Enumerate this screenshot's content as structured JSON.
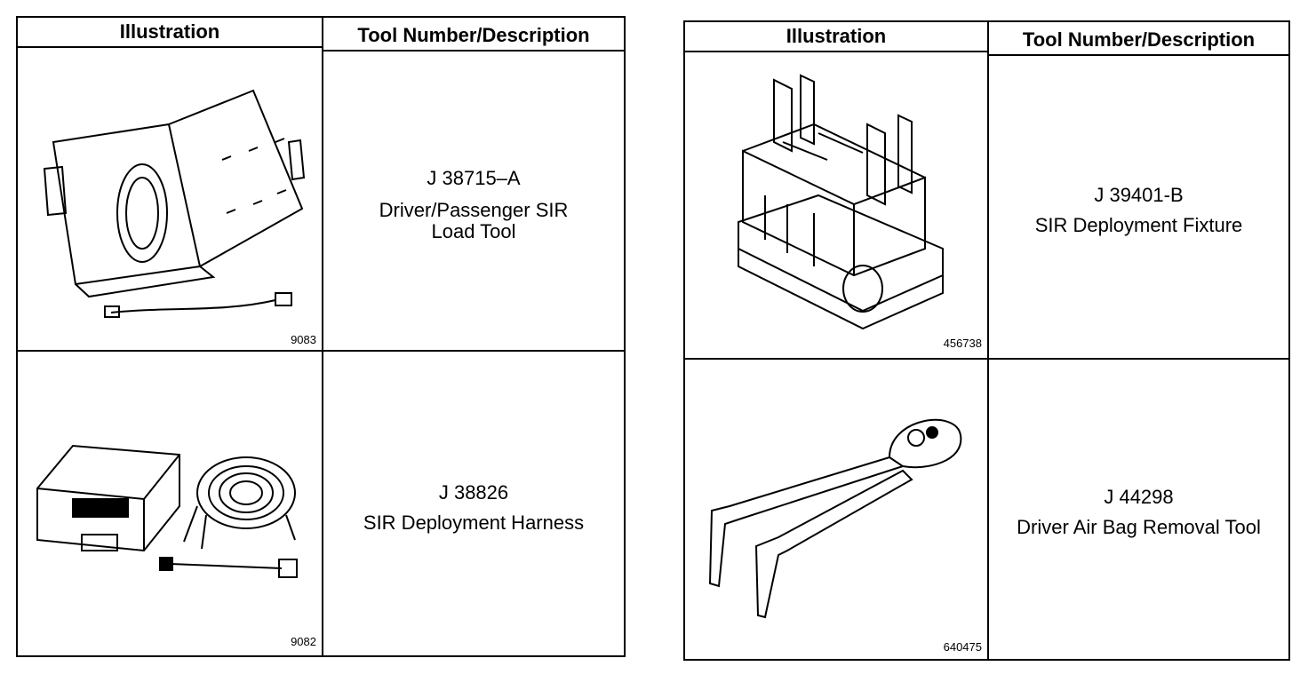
{
  "tables": [
    {
      "header_illustration": "Illustration",
      "header_tool": "Tool Number/Description",
      "rows": [
        {
          "number": "J 38715–A",
          "desc_line1": "Driver/Passenger SIR",
          "desc_line2": "Load Tool",
          "image_code": "9083",
          "icon": "load-tool-case-illustration"
        },
        {
          "number": "J 38826",
          "desc_line1": "SIR Deployment Harness",
          "desc_line2": "",
          "image_code": "9082",
          "icon": "deployment-harness-illustration"
        }
      ]
    },
    {
      "header_illustration": "Illustration",
      "header_tool": "Tool Number/Description",
      "rows": [
        {
          "number": "J 39401-B",
          "desc_line1": "SIR Deployment Fixture",
          "desc_line2": "",
          "image_code": "456738",
          "icon": "deployment-fixture-illustration"
        },
        {
          "number": "J 44298",
          "desc_line1": "Driver Air Bag Removal Tool",
          "desc_line2": "",
          "image_code": "640475",
          "icon": "removal-tool-illustration"
        }
      ]
    }
  ]
}
